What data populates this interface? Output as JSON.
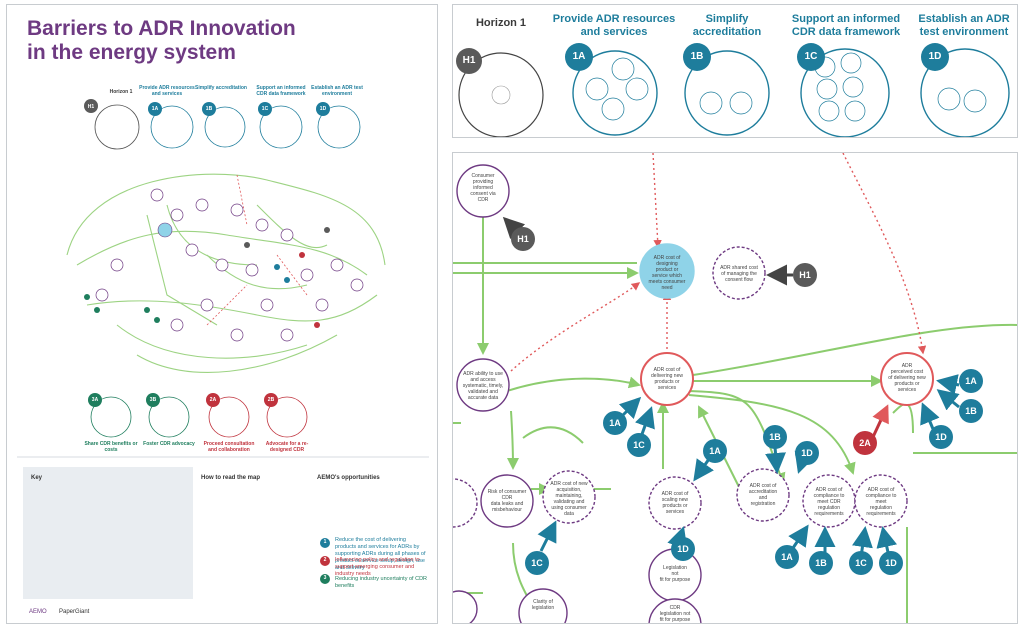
{
  "poster": {
    "title_line1": "Barriers to ADR Innovation",
    "title_line2": "in the energy system",
    "horizon": "Horizon 1",
    "columns": [
      {
        "badge": "1A",
        "label": "Provide ADR resources and services"
      },
      {
        "badge": "1B",
        "label": "Simplify accreditation"
      },
      {
        "badge": "1C",
        "label": "Support an informed CDR data framework"
      },
      {
        "badge": "1D",
        "label": "Establish an ADR test environment"
      }
    ],
    "bottom": [
      {
        "badge": "3A",
        "label": "Share CDR benefits or costs",
        "color": "#1f7e5e"
      },
      {
        "badge": "3B",
        "label": "Foster CDR advocacy",
        "color": "#1f7e5e"
      },
      {
        "badge": "2A",
        "label": "Proceed consultation and collaboration",
        "color": "#c0333d"
      },
      {
        "badge": "2B",
        "label": "Advocate for a re-designed CDR",
        "color": "#c0333d"
      }
    ],
    "key_title": "Key",
    "how_title": "How to read the map",
    "opp_title": "AEMO's opportunities",
    "opps": [
      {
        "num": "1",
        "text": "Reduce the cost of delivering products and services for ADRs by supporting ADRs during all phases of product or service setup, design, use and delivery",
        "color": "#1e7d9c"
      },
      {
        "num": "2",
        "text": "Influencing policy and regulation to support emerging consumer and industry needs",
        "color": "#c0333d"
      },
      {
        "num": "3",
        "text": "Reducing industry uncertainty of CDR benefits",
        "color": "#1f7e5e"
      }
    ],
    "logo1": "AEMO",
    "logo2": "PaperGiant"
  },
  "top": {
    "horizon": "Horizon 1",
    "h1_badge": "H1",
    "columns": [
      {
        "badge": "1A",
        "label_line1": "Provide ADR resources",
        "label_line2": "and services"
      },
      {
        "badge": "1B",
        "label_line1": "Simplify",
        "label_line2": "accreditation"
      },
      {
        "badge": "1C",
        "label_line1": "Support an informed",
        "label_line2": "CDR data framework"
      },
      {
        "badge": "1D",
        "label_line1": "Establish an ADR",
        "label_line2": "test environment"
      }
    ]
  },
  "map": {
    "nodes": {
      "consumer": [
        "Consumer",
        "providing",
        "informed",
        "consent via",
        "CDR"
      ],
      "designing": [
        "ADR cost of",
        "designing",
        "product or",
        "service which",
        "meets consumer",
        "need"
      ],
      "shared": [
        "ADR shared cost",
        "of managing the",
        "consent flow"
      ],
      "ability": [
        "ADR ability to use",
        "and access",
        "systematic, timely,",
        "validated and",
        "accurate data"
      ],
      "delivering": [
        "ADR cost of",
        "delivering new",
        "products or",
        "services"
      ],
      "perceived": [
        "ADR",
        "perceived cost",
        "of delivering new",
        "products or",
        "services"
      ],
      "risk": [
        "Risk of consumer",
        "CDR",
        "data leaks and",
        "misbehaviour"
      ],
      "acquisition": [
        "ADR cost of new",
        "acquisition,",
        "maintaining,",
        "validating and",
        "using consumer",
        "data"
      ],
      "scaling": [
        "ADR cost of",
        "scaling new",
        "products or",
        "services"
      ],
      "accreditation": [
        "ADR cost of",
        "accreditation",
        "and",
        "registration"
      ],
      "compliance1": [
        "ADR cost of",
        "compliance to",
        "meet CDR",
        "regulation",
        "requirements"
      ],
      "compliance2": [
        "ADR cost of",
        "compliance to",
        "meet",
        "regulation",
        "requirements"
      ],
      "legislation_fit": [
        "Legislation",
        "not",
        "fit for purpose"
      ],
      "cdr_legislation": [
        "CDR",
        "legislation not",
        "fit for purpose"
      ],
      "clarity": [
        "Clarity of",
        "legislation"
      ]
    },
    "badges": {
      "h1": "H1",
      "b1a": "1A",
      "b1b": "1B",
      "b1c": "1C",
      "b1d": "1D",
      "b2a": "2A"
    }
  },
  "colors": {
    "teal": "#1e7d9c",
    "purple": "#6e3a82",
    "green": "#8ccc6e",
    "red": "#e0595b",
    "gray": "#5a5a5a"
  }
}
